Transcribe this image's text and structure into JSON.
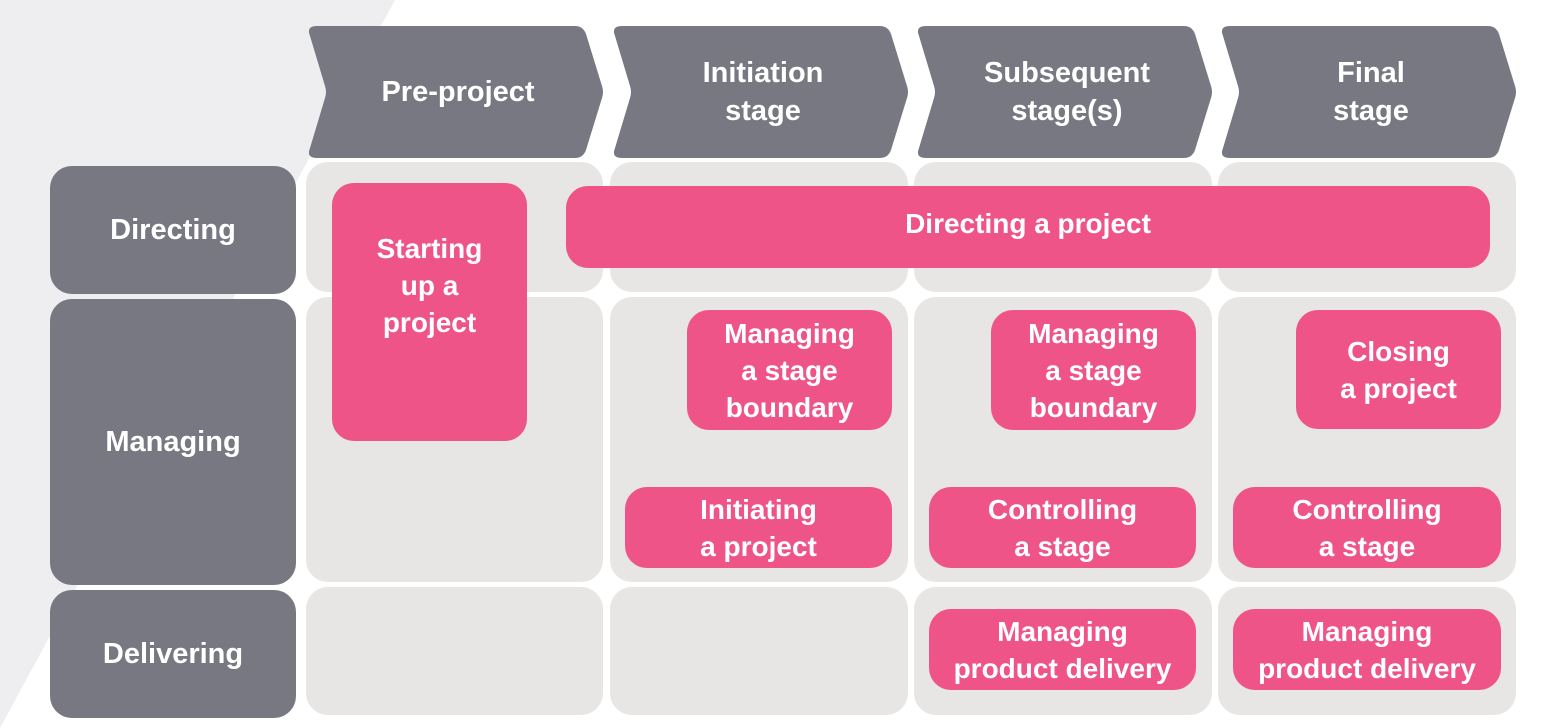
{
  "colors": {
    "header": "#777881",
    "cell": "#e7e6e4",
    "process": "#ee5487",
    "text": "#ffffff"
  },
  "stages": [
    {
      "label": "Pre-project"
    },
    {
      "label": "Initiation\nstage"
    },
    {
      "label": "Subsequent\nstage(s)"
    },
    {
      "label": "Final\nstage"
    }
  ],
  "rows": [
    {
      "label": "Directing"
    },
    {
      "label": "Managing"
    },
    {
      "label": "Delivering"
    }
  ],
  "processes": {
    "starting_up": "Starting\nup a\nproject",
    "directing": "Directing a project",
    "stage_boundary_initiation": "Managing\na stage\nboundary",
    "stage_boundary_subsequent": "Managing\na stage\nboundary",
    "closing": "Closing\na project",
    "initiating": "Initiating\na project",
    "controlling_subsequent": "Controlling\na stage",
    "controlling_final": "Controlling\na stage",
    "delivery_subsequent": "Managing\nproduct delivery",
    "delivery_final": "Managing\nproduct delivery"
  }
}
